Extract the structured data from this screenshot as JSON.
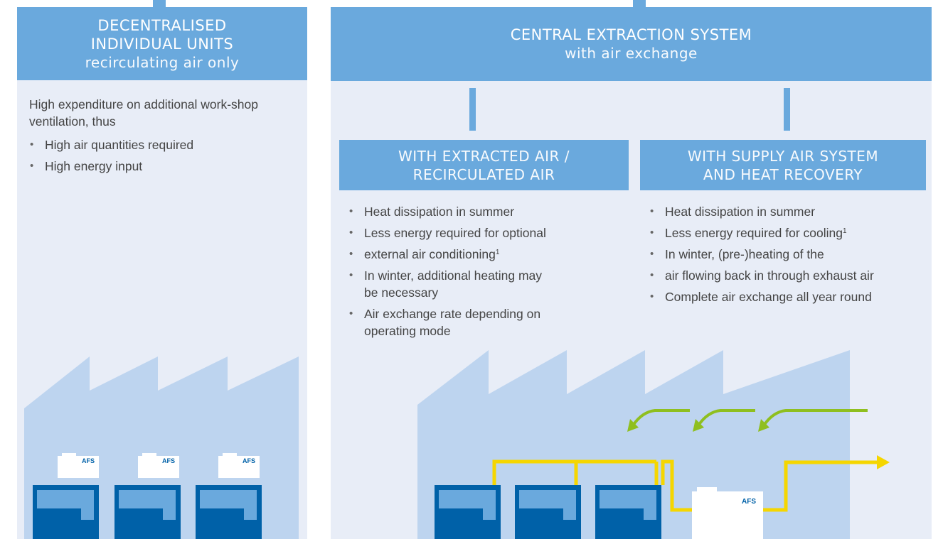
{
  "left": {
    "title_line1": "DECENTRALISED",
    "title_line2": "INDIVIDUAL UNITS",
    "subtitle": "recirculating air only",
    "intro": "High expenditure on additional work-shop ventilation, thus",
    "bullets": [
      "High air quantities required",
      "High energy input"
    ]
  },
  "right": {
    "title": "CENTRAL EXTRACTION SYSTEM",
    "subtitle": "with air exchange",
    "left_box_line1": "WITH EXTRACTED AIR /",
    "left_box_line2": "RECIRCULATED AIR",
    "right_box_line1": "WITH SUPPLY AIR SYSTEM",
    "right_box_line2": "AND HEAT RECOVERY",
    "left_bullets": [
      "Heat dissipation in summer",
      "Less energy required for optional",
      "external air conditioning",
      "In winter, additional heating may be necessary",
      "Air exchange rate depending on operating mode"
    ],
    "right_bullets": [
      "Heat dissipation in summer",
      "Less energy required for cooling",
      "In winter, (pre-)heating of the",
      "air flowing back in through exhaust air",
      "Complete air exchange all year round"
    ],
    "footnote_mark": "1"
  },
  "logo_text": "AFS",
  "colors": {
    "header": "#6aa9dd",
    "panel": "#e8edf7",
    "factory": "#bdd4ef",
    "machine": "#0061a8",
    "machine_inner": "#6aa9dd",
    "duct": "#f5d600",
    "arrow": "#8fbf1f",
    "text": "#444444"
  }
}
